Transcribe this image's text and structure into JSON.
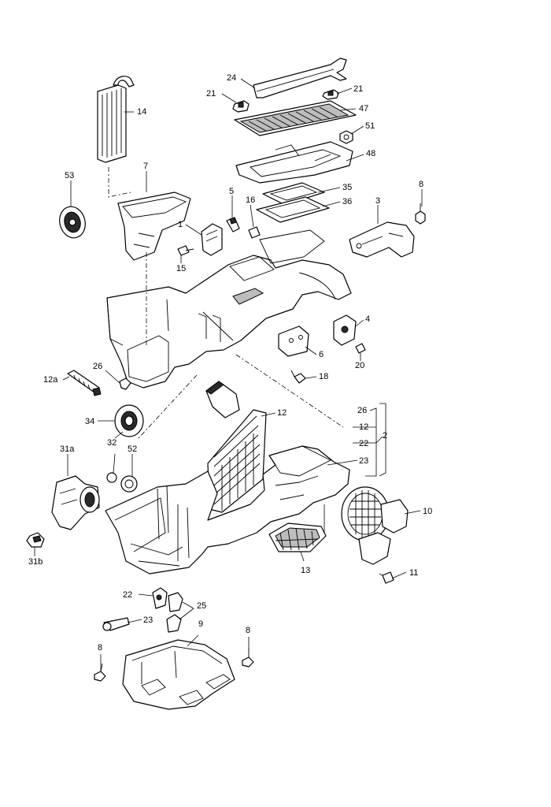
{
  "callouts": [
    {
      "id": "c24",
      "text": "24"
    },
    {
      "id": "c21a",
      "text": "21"
    },
    {
      "id": "c21b",
      "text": "21"
    },
    {
      "id": "c14",
      "text": "14"
    },
    {
      "id": "c47",
      "text": "47"
    },
    {
      "id": "c51",
      "text": "51"
    },
    {
      "id": "c48",
      "text": "48"
    },
    {
      "id": "c7",
      "text": "7"
    },
    {
      "id": "c53",
      "text": "53"
    },
    {
      "id": "c5",
      "text": "5"
    },
    {
      "id": "c16",
      "text": "16"
    },
    {
      "id": "c35",
      "text": "35"
    },
    {
      "id": "c36",
      "text": "36"
    },
    {
      "id": "c3",
      "text": "3"
    },
    {
      "id": "c8a",
      "text": "8"
    },
    {
      "id": "c1",
      "text": "1"
    },
    {
      "id": "c15",
      "text": "15"
    },
    {
      "id": "c4",
      "text": "4"
    },
    {
      "id": "c6",
      "text": "6"
    },
    {
      "id": "c20",
      "text": "20"
    },
    {
      "id": "c18",
      "text": "18"
    },
    {
      "id": "c26a",
      "text": "26"
    },
    {
      "id": "c12a",
      "text": "12a"
    },
    {
      "id": "c34",
      "text": "34"
    },
    {
      "id": "c32",
      "text": "32"
    },
    {
      "id": "c12b",
      "text": "12"
    },
    {
      "id": "c26b",
      "text": "26"
    },
    {
      "id": "c12c",
      "text": "12"
    },
    {
      "id": "c2",
      "text": "2"
    },
    {
      "id": "c22a",
      "text": "22"
    },
    {
      "id": "c23a",
      "text": "23"
    },
    {
      "id": "c31a",
      "text": "31a"
    },
    {
      "id": "c52",
      "text": "52"
    },
    {
      "id": "c10",
      "text": "10"
    },
    {
      "id": "c31b",
      "text": "31b"
    },
    {
      "id": "c13",
      "text": "13"
    },
    {
      "id": "c11",
      "text": "11"
    },
    {
      "id": "c22b",
      "text": "22"
    },
    {
      "id": "c25",
      "text": "25"
    },
    {
      "id": "c23b",
      "text": "23"
    },
    {
      "id": "c9",
      "text": "9"
    },
    {
      "id": "c8b",
      "text": "8"
    },
    {
      "id": "c8c",
      "text": "8"
    }
  ]
}
